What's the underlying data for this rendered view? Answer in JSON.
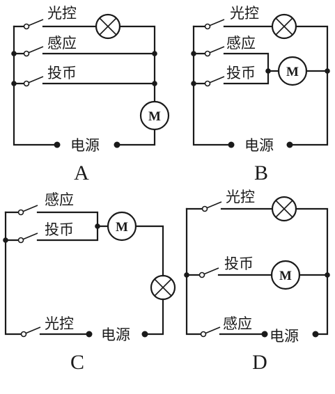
{
  "labels": {
    "light_control": "光控",
    "sensor": "感应",
    "coin": "投币",
    "power": "电源",
    "motor": "M"
  },
  "captions": {
    "a": "A",
    "b": "B",
    "c": "C",
    "d": "D"
  }
}
